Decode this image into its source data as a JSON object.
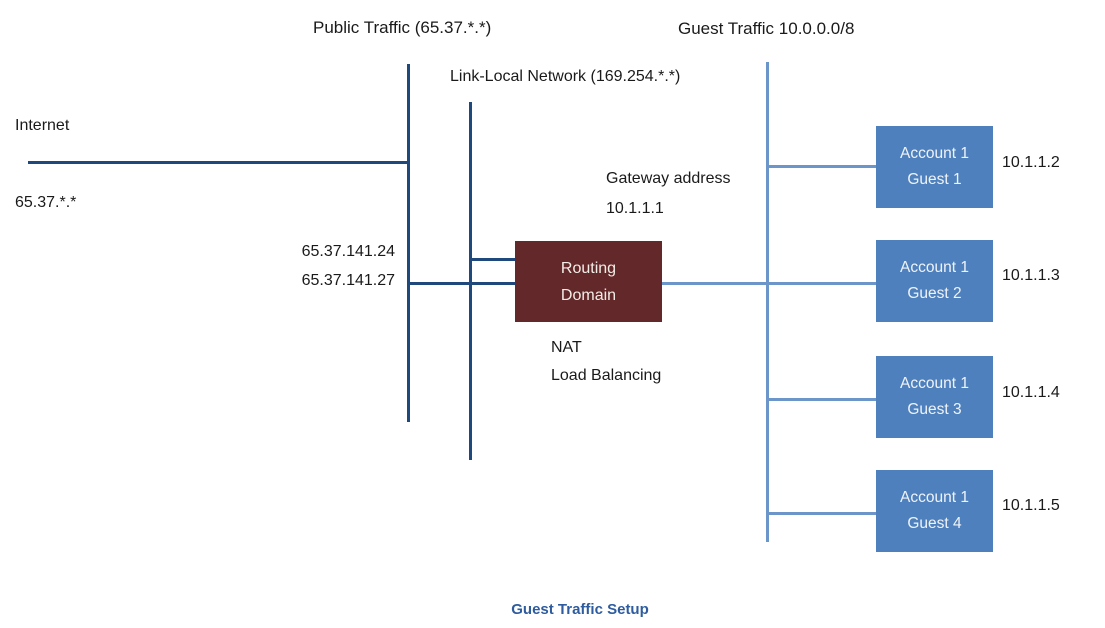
{
  "diagram": {
    "title_caption": "Guest Traffic Setup",
    "zones": {
      "public_traffic_label": "Public Traffic (65.37.*.*)",
      "guest_traffic_label": "Guest Traffic 10.0.0.0/8",
      "link_local_label": "Link-Local Network (169.254.*.*)"
    },
    "internet": {
      "label": "Internet",
      "ip_range": "65.37.*.*"
    },
    "public_ips": {
      "ip_1": "65.37.141.24",
      "ip_2": "65.37.141.27"
    },
    "gateway": {
      "label": "Gateway address",
      "address": "10.1.1.1"
    },
    "routing_domain": {
      "line1": "Routing",
      "line2": "Domain",
      "service1": "NAT",
      "service2": "Load Balancing"
    },
    "guests": [
      {
        "line1": "Account 1",
        "line2": "Guest 1",
        "ip": "10.1.1.2"
      },
      {
        "line1": "Account 1",
        "line2": "Guest 2",
        "ip": "10.1.1.3"
      },
      {
        "line1": "Account 1",
        "line2": "Guest 3",
        "ip": "10.1.1.4"
      },
      {
        "line1": "Account 1",
        "line2": "Guest 4",
        "ip": "10.1.1.5"
      }
    ],
    "colors": {
      "dark_line": "#1F497D",
      "light_line": "#6C95CA",
      "routing_box_fill": "#63292A",
      "guest_box_fill": "#4E80BD",
      "caption_text": "#2E5C9E"
    }
  }
}
